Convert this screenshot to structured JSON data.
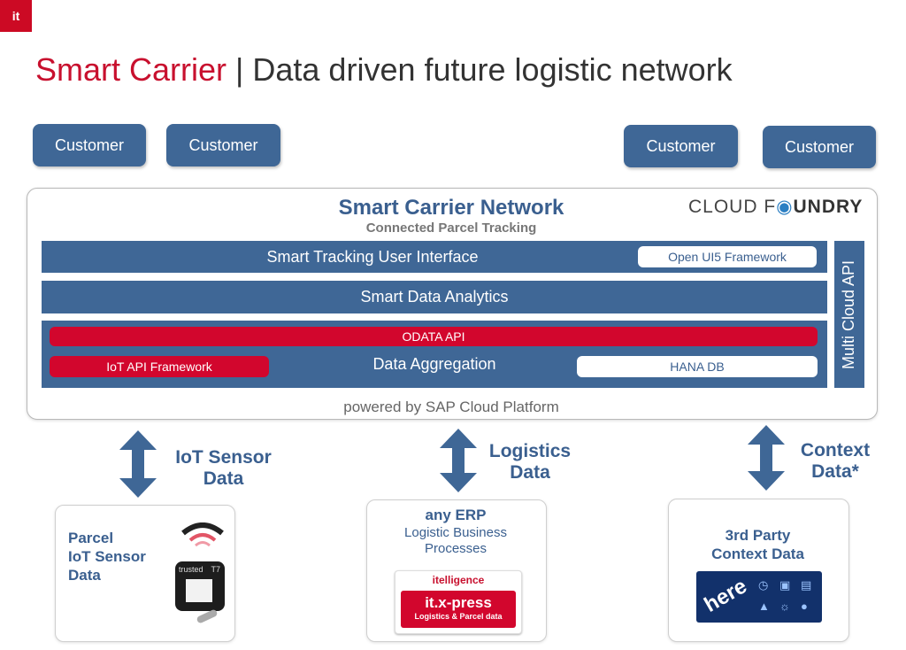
{
  "logo_text": "it",
  "title": {
    "accent": "Smart Carrier",
    "rest": " | Data driven future logistic network"
  },
  "customers": [
    "Customer",
    "Customer",
    "Customer",
    "Customer"
  ],
  "network": {
    "title": "Smart Carrier Network",
    "subtitle": "Connected Parcel Tracking",
    "cloud_logo_left": "CLOUD F",
    "cloud_logo_right": "UNDRY",
    "tracking_ui": "Smart Tracking User Interface",
    "open_ui5": "Open UI5 Framework",
    "analytics": "Smart Data Analytics",
    "odata": "ODATA API",
    "iot_api": "IoT API Framework",
    "aggregation": "Data Aggregation",
    "hana": "HANA DB",
    "multi_cloud": "Multi Cloud API",
    "powered_by": "powered by SAP Cloud Platform"
  },
  "flows": {
    "iot": [
      "IoT Sensor",
      "Data"
    ],
    "logistics": [
      "Logistics",
      "Data"
    ],
    "context": [
      "Context",
      "Data*"
    ]
  },
  "cards": {
    "parcel": {
      "lines": [
        "Parcel",
        "IoT Sensor",
        "Data"
      ],
      "device_brand": "trusted",
      "device_model": "T7"
    },
    "erp": {
      "title": "any ERP",
      "lines": [
        "Logistic Business",
        "Processes"
      ],
      "logo_brand": "itelligence",
      "logo_product": "it.x-press",
      "logo_tagline": "Logistics & Parcel data"
    },
    "third_party": {
      "lines": [
        "3rd Party",
        "Context Data"
      ],
      "here_logo": "here"
    }
  },
  "colors": {
    "brand_red": "#c8102e",
    "box_blue": "#3f6796",
    "text_blue": "#3a5f8f"
  },
  "icons": [
    "cloud-foundry-pin-icon",
    "up-down-arrow-icon",
    "wifi-signal-icon",
    "sensor-device-icon",
    "clock-icon",
    "car-icon",
    "bus-icon",
    "traffic-icon",
    "weather-icon",
    "location-pin-icon"
  ]
}
